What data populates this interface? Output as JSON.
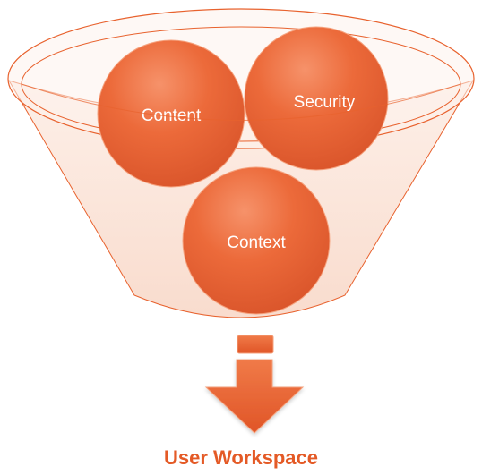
{
  "diagram": {
    "inputs": [
      "Content",
      "Security",
      "Context"
    ],
    "output_label": "User Workspace"
  },
  "colors": {
    "accent": "#e8622e",
    "accent_dark": "#d9542a",
    "funnel_fill": "#fbe3d8",
    "funnel_stroke": "#e8622e",
    "label": "#e45a26"
  }
}
